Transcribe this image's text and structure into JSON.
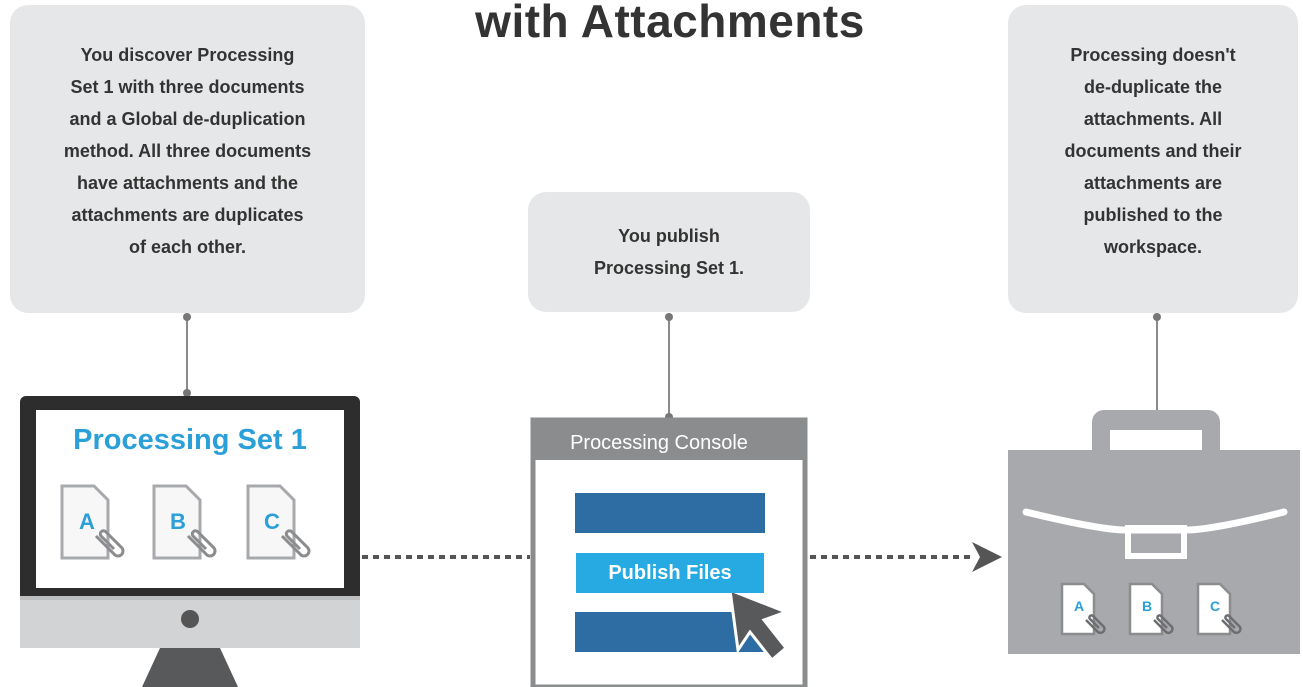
{
  "title": "with Attachments",
  "steps": [
    {
      "lines": [
        "You discover Processing",
        "Set 1 with three documents",
        "and a Global de-duplication",
        "method. All three documents",
        "have attachments and the",
        "attachments are duplicates",
        "of each other."
      ]
    },
    {
      "lines": [
        "You publish",
        "Processing Set 1."
      ]
    },
    {
      "lines": [
        "Processing doesn't",
        "de-duplicate the",
        "attachments. All",
        "documents and their",
        "attachments are",
        "published to the",
        "workspace."
      ]
    }
  ],
  "monitor": {
    "heading": "Processing Set 1",
    "documents": [
      "A",
      "B",
      "C"
    ]
  },
  "console": {
    "heading": "Processing Console",
    "button_label": "Publish Files"
  },
  "briefcase": {
    "documents": [
      "A",
      "B",
      "C"
    ]
  },
  "colors": {
    "accent": "#2a9fd8",
    "bar": "#2e6da4",
    "bubble": "#e6e7e8",
    "dark": "#333333",
    "gray": "#a7a9ac"
  }
}
